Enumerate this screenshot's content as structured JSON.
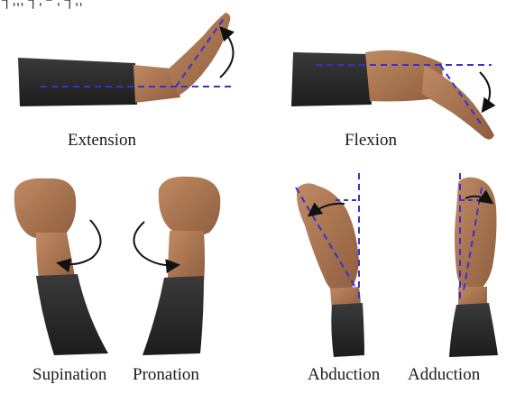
{
  "header": {
    "partial_text": "┐,,, ┐, ┘,  ┐,,"
  },
  "figure": {
    "panels": [
      {
        "id": "extension",
        "caption": "Extension"
      },
      {
        "id": "flexion",
        "caption": "Flexion"
      },
      {
        "id": "supination",
        "caption": "Supination"
      },
      {
        "id": "pronation",
        "caption": "Pronation"
      },
      {
        "id": "abduction",
        "caption": "Abduction"
      },
      {
        "id": "adduction",
        "caption": "Adduction"
      }
    ]
  },
  "colors": {
    "sleeve": "#2b2b2b",
    "skin": "#b07a55",
    "skin_dark": "#8c5a3c",
    "guide_line": "#3a2fd0",
    "arrow": "#111111"
  }
}
